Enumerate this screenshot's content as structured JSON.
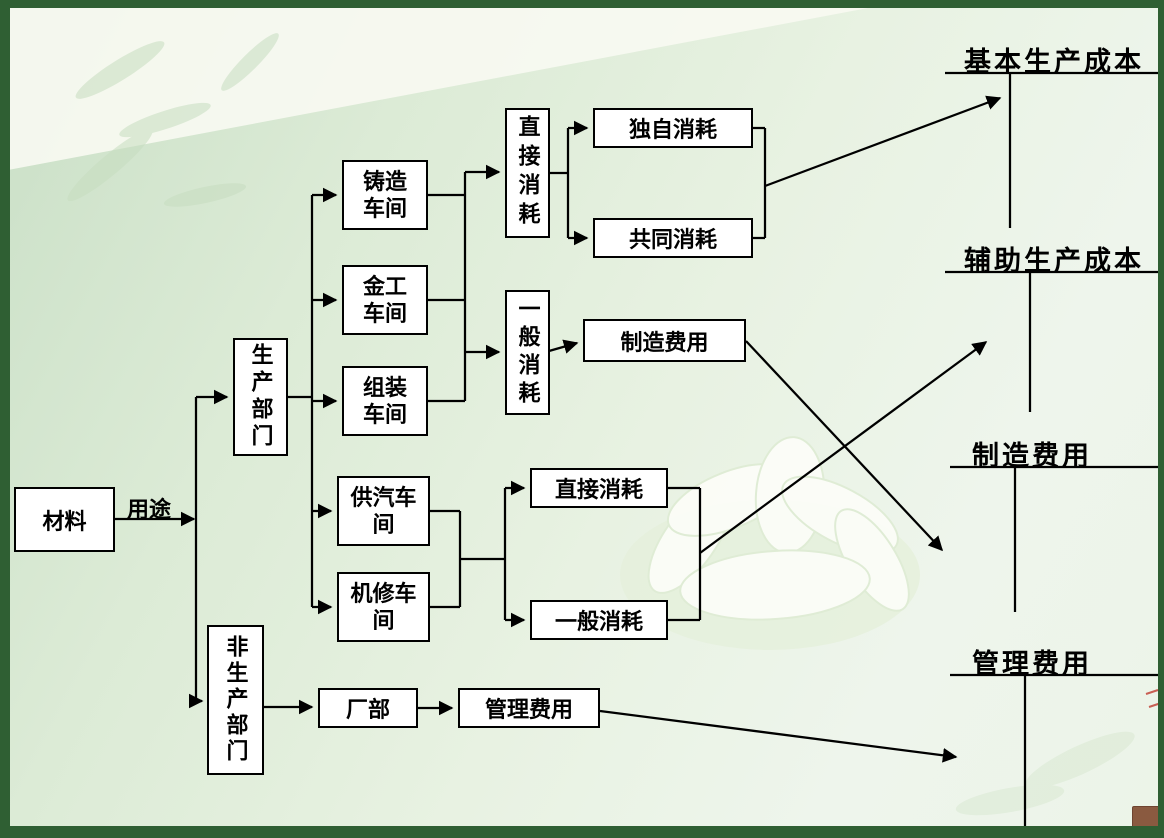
{
  "diagram": {
    "nodes": {
      "materials": "材料",
      "usage": "用途",
      "production_dept": "生产部门",
      "non_production_dept": "非生产部门",
      "casting_workshop": "铸造\n车间",
      "metal_workshop": "金工\n车间",
      "assembly_workshop": "组装\n车间",
      "steam_workshop": "供汽车\n间",
      "repair_workshop": "机修车\n间",
      "direct_consumption_main": "直接消耗",
      "general_consumption_main": "一般消耗",
      "sole_consumption": "独自消耗",
      "common_consumption": "共同消耗",
      "manufacturing_overhead_box": "制造费用",
      "direct_consumption_aux": "直接消耗",
      "general_consumption_aux": "一般消耗",
      "factory_headquarters": "厂部",
      "admin_expense_box": "管理费用"
    },
    "t_accounts": {
      "basic_production_cost": "基本生产成本",
      "auxiliary_production_cost": "辅助生产成本",
      "manufacturing_overhead": "制造费用",
      "admin_expense": "管理费用"
    },
    "edges": [
      {
        "from": "materials",
        "to": "production_dept",
        "label": "用途"
      },
      {
        "from": "materials",
        "to": "non_production_dept",
        "label": "用途"
      },
      {
        "from": "production_dept",
        "to": "casting_workshop"
      },
      {
        "from": "production_dept",
        "to": "metal_workshop"
      },
      {
        "from": "production_dept",
        "to": "assembly_workshop"
      },
      {
        "from": "production_dept",
        "to": "steam_workshop"
      },
      {
        "from": "production_dept",
        "to": "repair_workshop"
      },
      {
        "from": "casting_workshop",
        "to": "direct_consumption_main"
      },
      {
        "from": "metal_workshop",
        "to": "direct_consumption_main"
      },
      {
        "from": "assembly_workshop",
        "to": "direct_consumption_main"
      },
      {
        "from": "casting_workshop",
        "to": "general_consumption_main"
      },
      {
        "from": "metal_workshop",
        "to": "general_consumption_main"
      },
      {
        "from": "assembly_workshop",
        "to": "general_consumption_main"
      },
      {
        "from": "direct_consumption_main",
        "to": "sole_consumption"
      },
      {
        "from": "direct_consumption_main",
        "to": "common_consumption"
      },
      {
        "from": "sole_consumption",
        "to": "basic_production_cost"
      },
      {
        "from": "common_consumption",
        "to": "basic_production_cost"
      },
      {
        "from": "general_consumption_main",
        "to": "manufacturing_overhead_box"
      },
      {
        "from": "manufacturing_overhead_box",
        "to": "manufacturing_overhead"
      },
      {
        "from": "steam_workshop",
        "to": "direct_consumption_aux"
      },
      {
        "from": "repair_workshop",
        "to": "direct_consumption_aux"
      },
      {
        "from": "steam_workshop",
        "to": "general_consumption_aux"
      },
      {
        "from": "repair_workshop",
        "to": "general_consumption_aux"
      },
      {
        "from": "direct_consumption_aux",
        "to": "auxiliary_production_cost"
      },
      {
        "from": "general_consumption_aux",
        "to": "auxiliary_production_cost"
      },
      {
        "from": "non_production_dept",
        "to": "factory_headquarters"
      },
      {
        "from": "factory_headquarters",
        "to": "admin_expense_box"
      },
      {
        "from": "admin_expense_box",
        "to": "admin_expense"
      }
    ],
    "colors": {
      "slide_background": "#dcebd6",
      "frame": "#2f5f33",
      "box_background": "#ffffff",
      "box_border": "#000000",
      "connector": "#000000"
    }
  }
}
